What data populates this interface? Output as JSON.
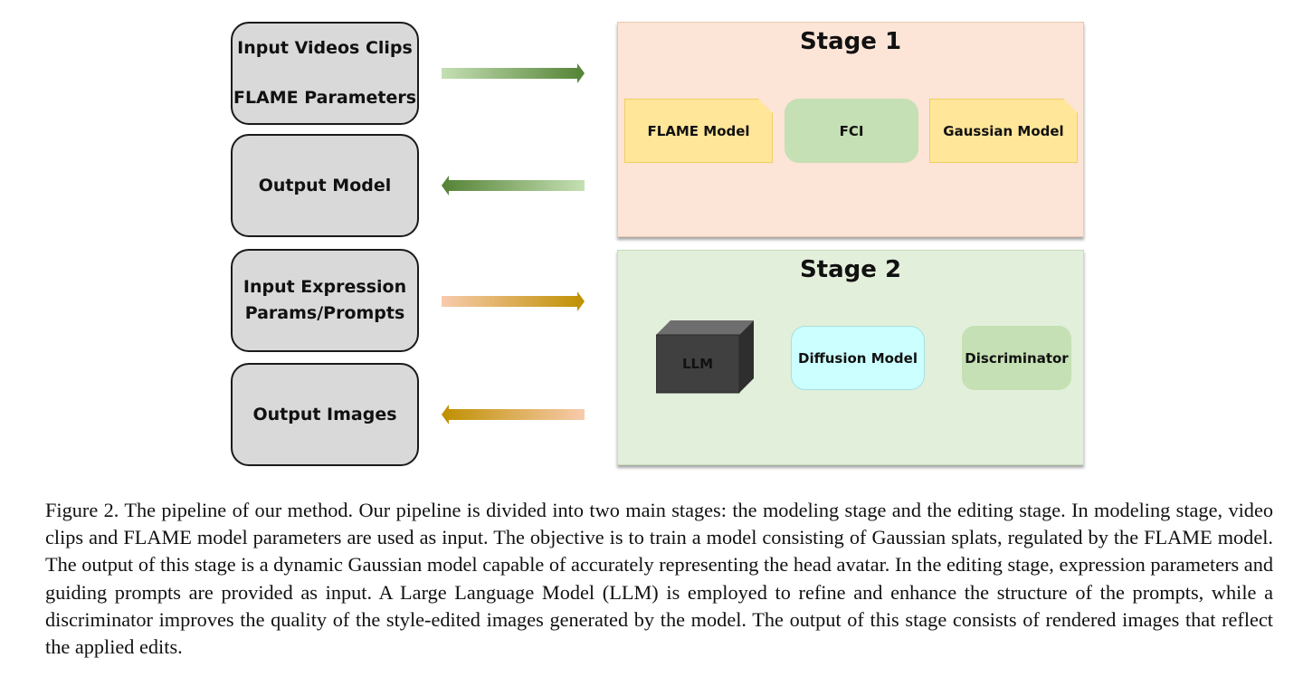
{
  "io": {
    "input_video": {
      "line1": "Input Videos Clips",
      "line2": "FLAME Parameters"
    },
    "output_model": "Output Model",
    "input_expr": {
      "line1": "Input Expression",
      "line2": "Params/Prompts"
    },
    "output_images": "Output Images"
  },
  "stage1": {
    "title": "Stage 1",
    "modules": {
      "flame": "FLAME Model",
      "fci": "FCI",
      "gaussian": "Gaussian Model"
    }
  },
  "stage2": {
    "title": "Stage 2",
    "modules": {
      "llm": "LLM",
      "diffusion": "Diffusion Model",
      "discriminator": "Discriminator"
    }
  },
  "colors": {
    "stage1_bg": "#fce4d6",
    "stage2_bg": "#e2efda",
    "io_bg": "#d9d9d9",
    "flame_module": "#ffe699",
    "fci_module": "#c5e0b4",
    "gaussian_module": "#ffe699",
    "diffusion_module": "#ccffff",
    "discriminator_module": "#c5e0b4",
    "llm_cube": "#404040",
    "green_arrow_dark": "#548235",
    "green_arrow_light": "#c5e0b4",
    "gold_arrow_dark": "#bf9000",
    "peach_arrow_light": "#f8cbad"
  },
  "caption": "Figure 2. The pipeline of our method. Our pipeline is divided into two main stages: the modeling stage and the editing stage. In modeling stage, video clips and FLAME model parameters are used as input. The objective is to train a model consisting of Gaussian splats, regulated by the FLAME model. The output of this stage is a dynamic Gaussian model capable of accurately representing the head avatar. In the editing stage, expression parameters and guiding prompts are provided as input. A Large Language Model (LLM) is employed to refine and enhance the structure of the prompts, while a discriminator improves the quality of the style-edited images generated by the model. The output of this stage consists of rendered images that reflect the applied edits."
}
